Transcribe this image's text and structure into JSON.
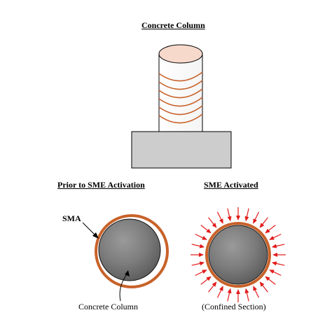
{
  "labels": {
    "top_title": "Concrete Column",
    "left_title": "Prior to SME Activation",
    "right_title": "SME Activated",
    "sma_label": "SMA",
    "left_caption": "Concrete Column",
    "right_caption": "(Confined Section)"
  },
  "colors": {
    "sma_wrap": "#c8622a",
    "column_top": "#f7d9cc",
    "footing_fill": "#cdcdcd",
    "confinement_arrows": "#e21b1b"
  },
  "arrow_count": 28
}
